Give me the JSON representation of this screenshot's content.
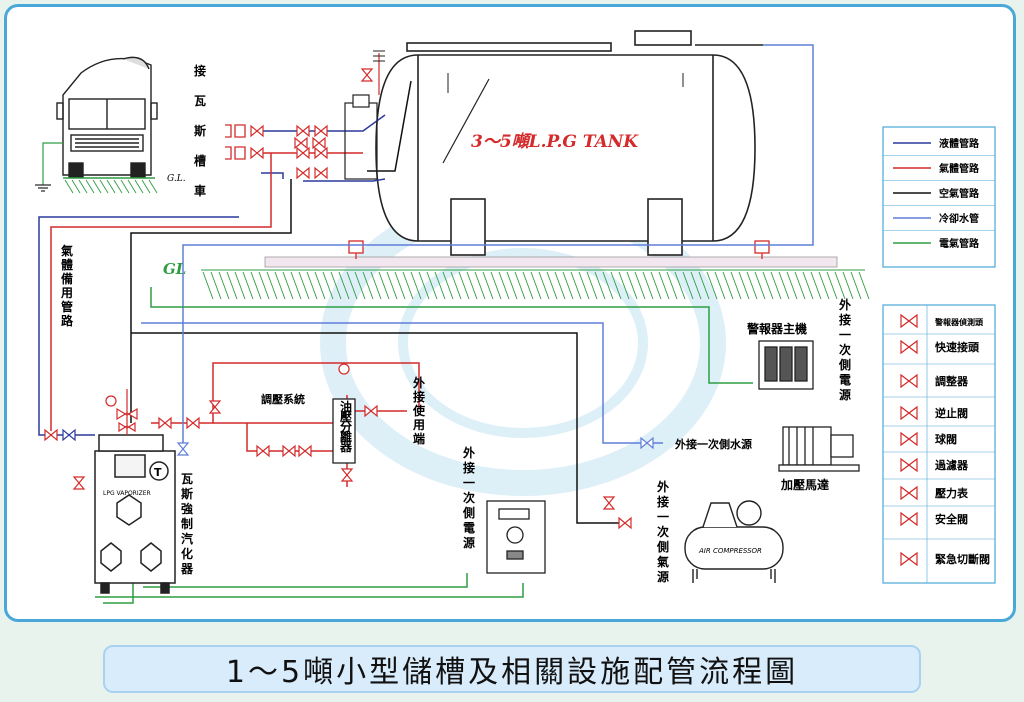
{
  "title": "1～5噸小型儲槽及相關設施配管流程圖",
  "diagram": {
    "tanker_label": "接瓦斯槽車",
    "gl_small": "G.L.",
    "tank_label": "3～5噸L.P.G TANK",
    "gl": "GL",
    "vapor_backup": "氣體備用管路",
    "vaporizer_label": "瓦斯強制汽化器",
    "vaporizer_tag": "T",
    "vaporizer_plate": "LPG VAPORIZER",
    "pressure_system": "調壓系統",
    "manifold": "油壓分離器",
    "external_use": "外接使用端",
    "alarm_main": "警報器主機",
    "ext_power_right": "外接一次側電源",
    "ext_water": "外接一次側水源",
    "booster_pump": "加壓馬達",
    "ext_power_left": "外接一次側電源",
    "ext_air": "外接一次側氣源",
    "compressor_plate": "AIR COMPRESSOR"
  },
  "legend_lines": [
    {
      "label": "液體管路",
      "color": "#2b3a9e"
    },
    {
      "label": "氣體管路",
      "color": "#d42a2a"
    },
    {
      "label": "空氣管路",
      "color": "#111111"
    },
    {
      "label": "冷卻水管",
      "color": "#5f7ed8"
    },
    {
      "label": "電氣管路",
      "color": "#2e9d43"
    }
  ],
  "legend_symbols": [
    {
      "label": "警報器偵測頭",
      "icon": "detector-icon"
    },
    {
      "label": "快速接頭",
      "icon": "quick-coupling-icon"
    },
    {
      "label": "調整器",
      "icon": "regulator-icon"
    },
    {
      "label": "逆止閥",
      "icon": "check-valve-icon"
    },
    {
      "label": "球閥",
      "icon": "ball-valve-icon"
    },
    {
      "label": "過濾器",
      "icon": "strainer-icon"
    },
    {
      "label": "壓力表",
      "icon": "pressure-gauge-icon"
    },
    {
      "label": "安全閥",
      "icon": "safety-valve-icon"
    },
    {
      "label": "緊急切斷閥",
      "icon": "emergency-shutoff-valve-icon"
    }
  ],
  "colors": {
    "liquid": "#2b3a9e",
    "gas": "#d42a2a",
    "air": "#111111",
    "water": "#5f7ed8",
    "electric": "#2e9d43",
    "frame": "#4aa8d8"
  }
}
